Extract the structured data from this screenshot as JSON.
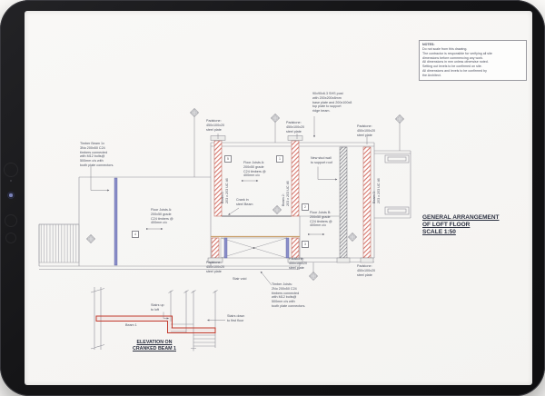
{
  "device": {
    "type": "tablet-displaying-structural-drawing",
    "camera_icon": "front-camera"
  },
  "notes_box": {
    "title": "NOTES:",
    "body": "Do not scale from this drawing.\nThe contractor is responsible for verifying all site\ndimensions before commencing any work.\nAll dimensions in mm unless otherwise noted.\nSetting out levels to be confirmed on site.\nAll dimensions and levels to be confirmed by\nthe Architect."
  },
  "drawing_title": "GENERAL ARRANGEMENT\nOF LOFT FLOOR\nSCALE 1:50",
  "annotations": {
    "timber_beam": "Timber Beam 1x\n3No 200x50 C24\ntimbers connected\nwith M12 bolts@\n500mm c/s with\ntooth plate connectors.",
    "shs_post": "90x90x6.3 SHS post\nwith 200x200x8mm\nbase plate and 200x100x8\ntop plate to support\nridge beam.",
    "padstone": "Padstone:\n450x100x20\nsteel plate",
    "floor_joists_a": "Floor Joists A:\n200x50 grade\nC24 timbers @\n400mm c/c",
    "floor_joists_b": "Floor Joists B:\n200x50 grade\nC24 timbers @\n400mm c/c",
    "new_stud_wall": "New stud wall\nto support roof",
    "crank": "Crank in\nsteel Beam",
    "stair_void": "Stair void",
    "timber_joists": "Timber Joists:\n2No 200x50 C24\ntimbers connected\nwith M12 bolts@\n500mm c/s with\ntooth plate connectors.",
    "beam_1_label": "Beam 1:\n203 x 203 UC 46",
    "beam_2_label": "Beam 2:\n203 x 203 UC 46",
    "beam_3_label": "Beam 3:\n203 x 203 UC 46"
  },
  "elevation": {
    "beam_label": "Beam 1",
    "stairs_up": "Stairs up\nto loft",
    "stairs_down": "Stairs down\nto first floor",
    "title": "ELEVATION ON\nCRANKED BEAM 1"
  },
  "markers": {
    "m1": "1",
    "m2": "2",
    "m3": "3",
    "m4": "4",
    "m5": "5"
  },
  "colors": {
    "hatch_red": "#d2695e",
    "beam_highlight_blue": "#8a8ec9",
    "beam_highlight_red": "#c23b2e",
    "stair_trimmer_tan": "#c9a06b"
  }
}
